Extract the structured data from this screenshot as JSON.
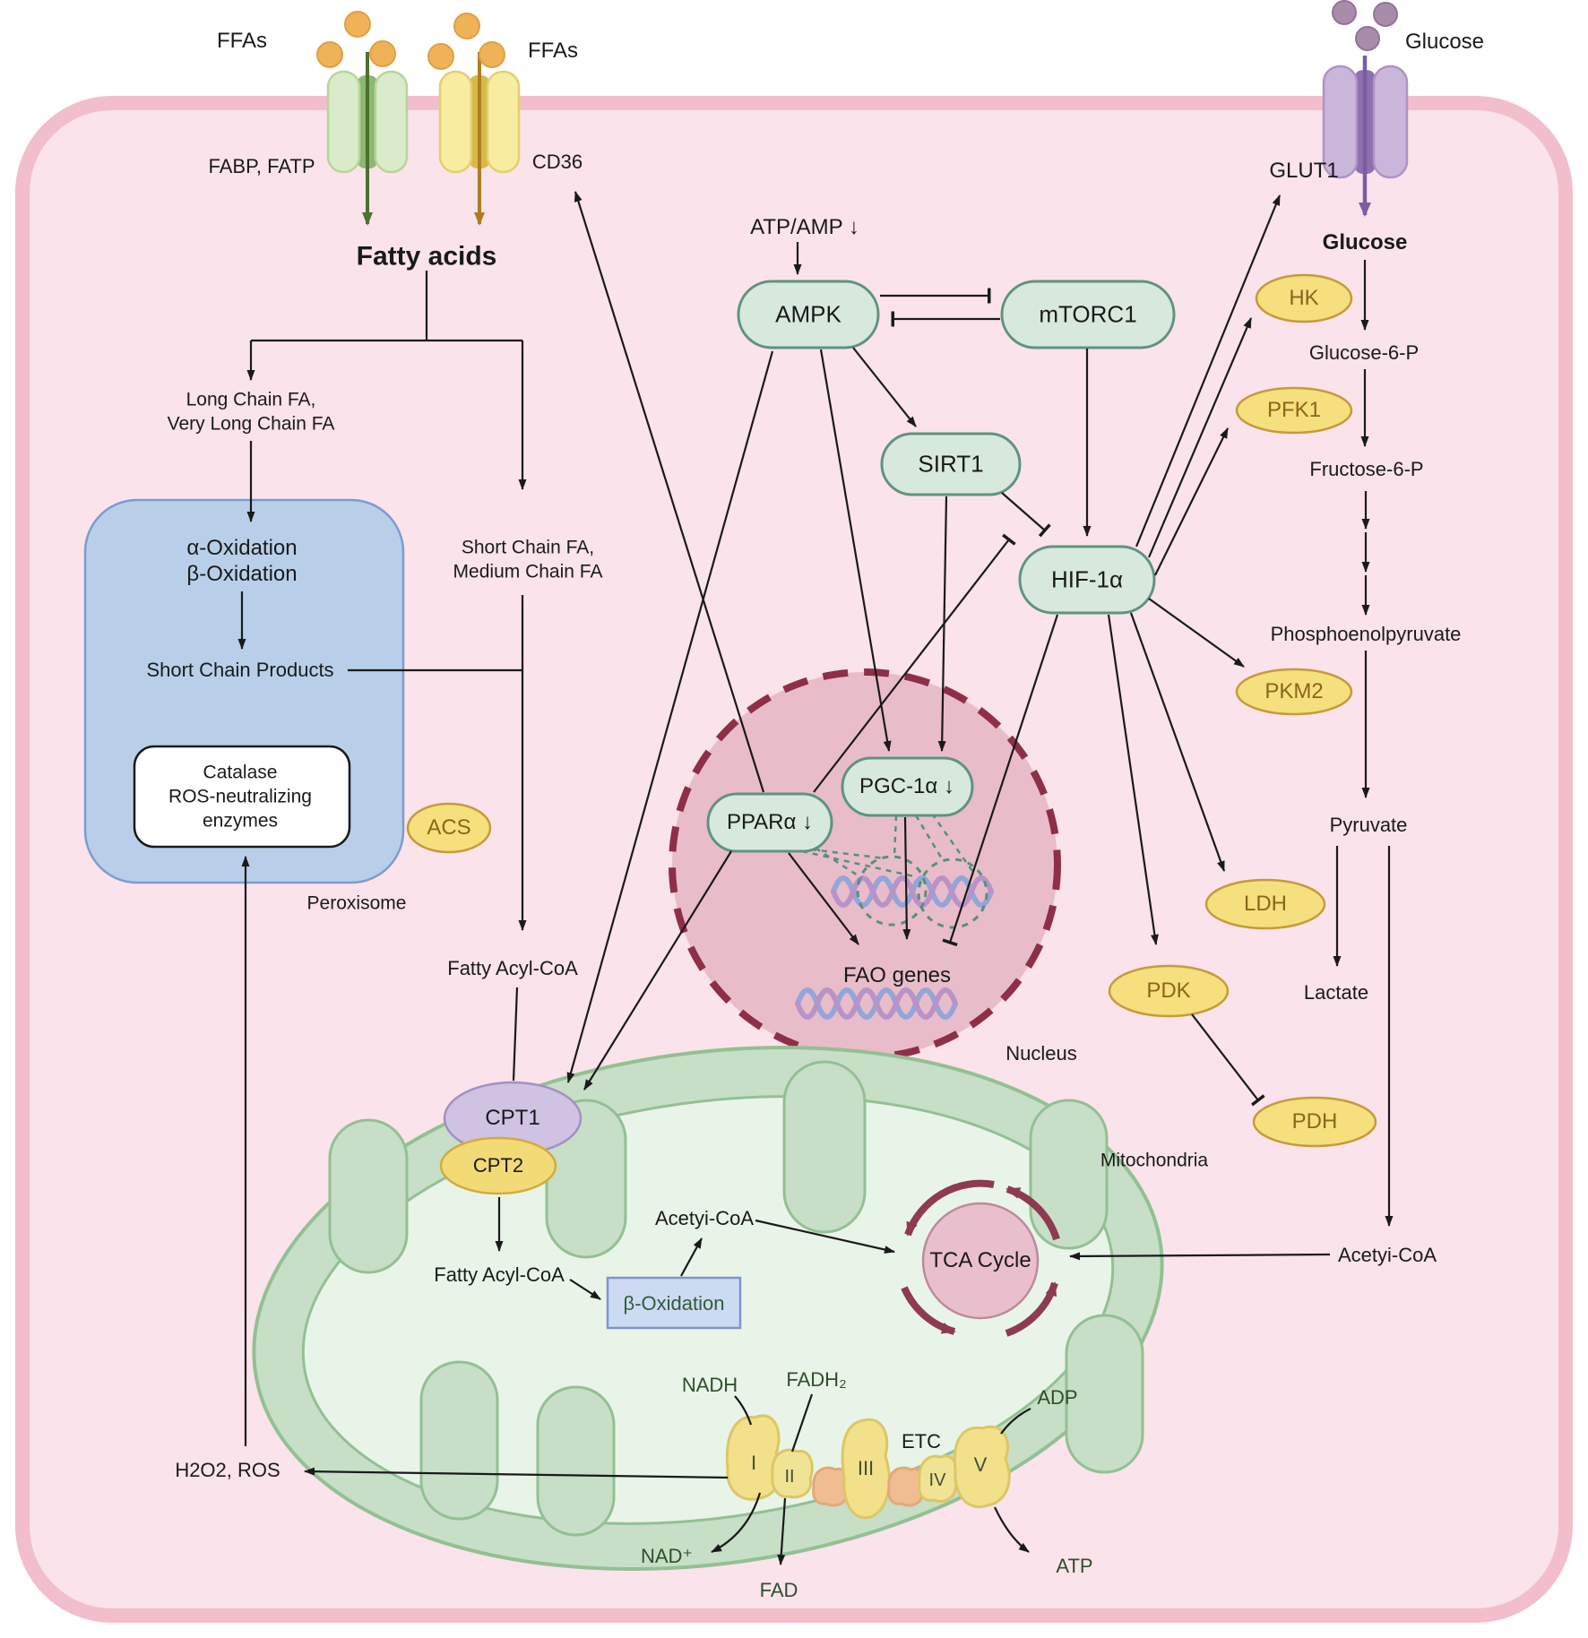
{
  "labels": {
    "ffas_left": "FFAs",
    "ffas_right": "FFAs",
    "fabp_fatp": "FABP, FATP",
    "cd36": "CD36",
    "fatty_acids": "Fatty acids",
    "glucose_top": "Glucose",
    "glut1": "GLUT1",
    "glucose_in": "Glucose",
    "atp_amp": "ATP/AMP ↓",
    "ampk": "AMPK",
    "mtorc1": "mTORC1",
    "sirt1": "SIRT1",
    "hif1a": "HIF-1α",
    "ppara": "PPARα ↓",
    "pgc1a": "PGC-1α ↓",
    "fao_genes": "FAO genes",
    "nucleus": "Nucleus",
    "long_chain_1": "Long Chain FA,",
    "long_chain_2": "Very Long Chain FA",
    "short_chain_1": "Short Chain FA,",
    "short_chain_2": "Medium Chain FA",
    "alpha_oxidation": "α-Oxidation",
    "beta_oxidation_perox": "β-Oxidation",
    "short_chain_products": "Short Chain Products",
    "catalase_1": "Catalase",
    "catalase_2": "ROS-neutralizing",
    "catalase_3": "enzymes",
    "peroxisome": "Peroxisome",
    "acs": "ACS",
    "fatty_acyl_coa_cyt": "Fatty Acyl-CoA",
    "cpt1": "CPT1",
    "cpt2": "CPT2",
    "fatty_acyl_coa_mito": "Fatty Acyl-CoA",
    "beta_oxidation_box": "β-Oxidation",
    "acetyl_coa_mito": "Acetyi-CoA",
    "tca_cycle": "TCA Cycle",
    "mitochondria": "Mitochondria",
    "hk": "HK",
    "glucose_6_p": "Glucose-6-P",
    "pfk1": "PFK1",
    "fructose_6_p": "Fructose-6-P",
    "pep": "Phosphoenolpyruvate",
    "pkm2": "PKM2",
    "pyruvate": "Pyruvate",
    "ldh": "LDH",
    "lactate": "Lactate",
    "pdk": "PDK",
    "pdh": "PDH",
    "acetyl_coa_right": "Acetyi-CoA",
    "etc_label": "ETC",
    "complex_1": "I",
    "complex_2": "II",
    "complex_3": "III",
    "complex_4": "IV",
    "complex_5": "V",
    "nadh": "NADH",
    "fadh2": "FADH₂",
    "nad_plus": "NAD⁺",
    "fad": "FAD",
    "adp": "ADP",
    "atp": "ATP",
    "h2o2_ros": "H2O2, ROS"
  },
  "colors": {
    "cell_fill": "#fae3ea",
    "cell_membrane": "#f2becb",
    "nucleus_fill": "#e9bcca",
    "nucleus_border": "#8e2f47",
    "peroxisome_fill": "#b9cfe9",
    "peroxisome_border": "#5577b5",
    "mito_outer": "#c6dfc6",
    "mito_inner": "#e9f4e9",
    "mito_border": "#93c093",
    "node_green_fill": "#d7e9dc",
    "node_green_border": "#5f9381",
    "enzyme_yellow_fill": "#f6df7d",
    "enzyme_yellow_border": "#c49b3c",
    "cpt1_fill": "#cfc2e2",
    "cpt2_fill": "#f2da76",
    "beta_ox_fill": "#ccdaf2",
    "tca_fill": "#eabfcd",
    "tca_arrow": "#8e3a50",
    "ffa_orange": "#eeb257",
    "glucose_purple": "#a98bab",
    "channel_green": "#8cb971",
    "channel_yellow": "#d9b84a",
    "channel_purple": "#8e6faf",
    "dna_blue": "#92a6d8",
    "dna_purple": "#b893c8",
    "teal_dashed": "#55907c",
    "line_black": "#1a1a1a"
  }
}
